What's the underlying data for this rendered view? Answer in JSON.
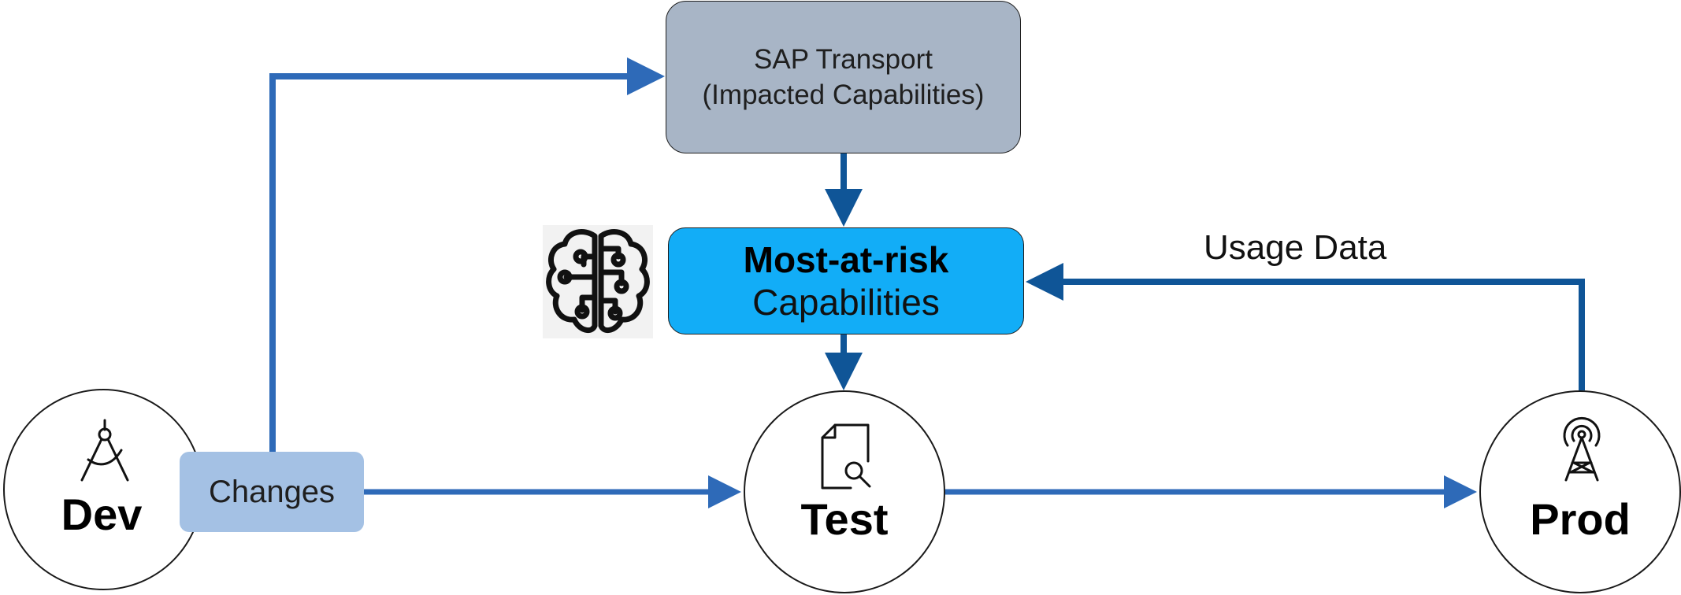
{
  "nodes": {
    "dev": {
      "label": "Dev",
      "icon": "compass-icon"
    },
    "test": {
      "label": "Test",
      "icon": "document-search-icon"
    },
    "prod": {
      "label": "Prod",
      "icon": "antenna-tower-icon"
    }
  },
  "boxes": {
    "sap_transport": {
      "line1": "SAP Transport",
      "line2": "(Impacted Capabilities)"
    },
    "most_at_risk": {
      "bold": "Most-at-risk",
      "light": "Capabilities",
      "icon": "ai-brain-circuit-icon"
    },
    "changes": {
      "label": "Changes"
    }
  },
  "edge_labels": {
    "usage_data": "Usage Data"
  },
  "colors": {
    "arrow_light": "#2e6ab8",
    "arrow_dark": "#0f5597",
    "sap_box": "#a8b5c6",
    "risk_box": "#12adf7",
    "changes_box": "#a4c1e4"
  }
}
